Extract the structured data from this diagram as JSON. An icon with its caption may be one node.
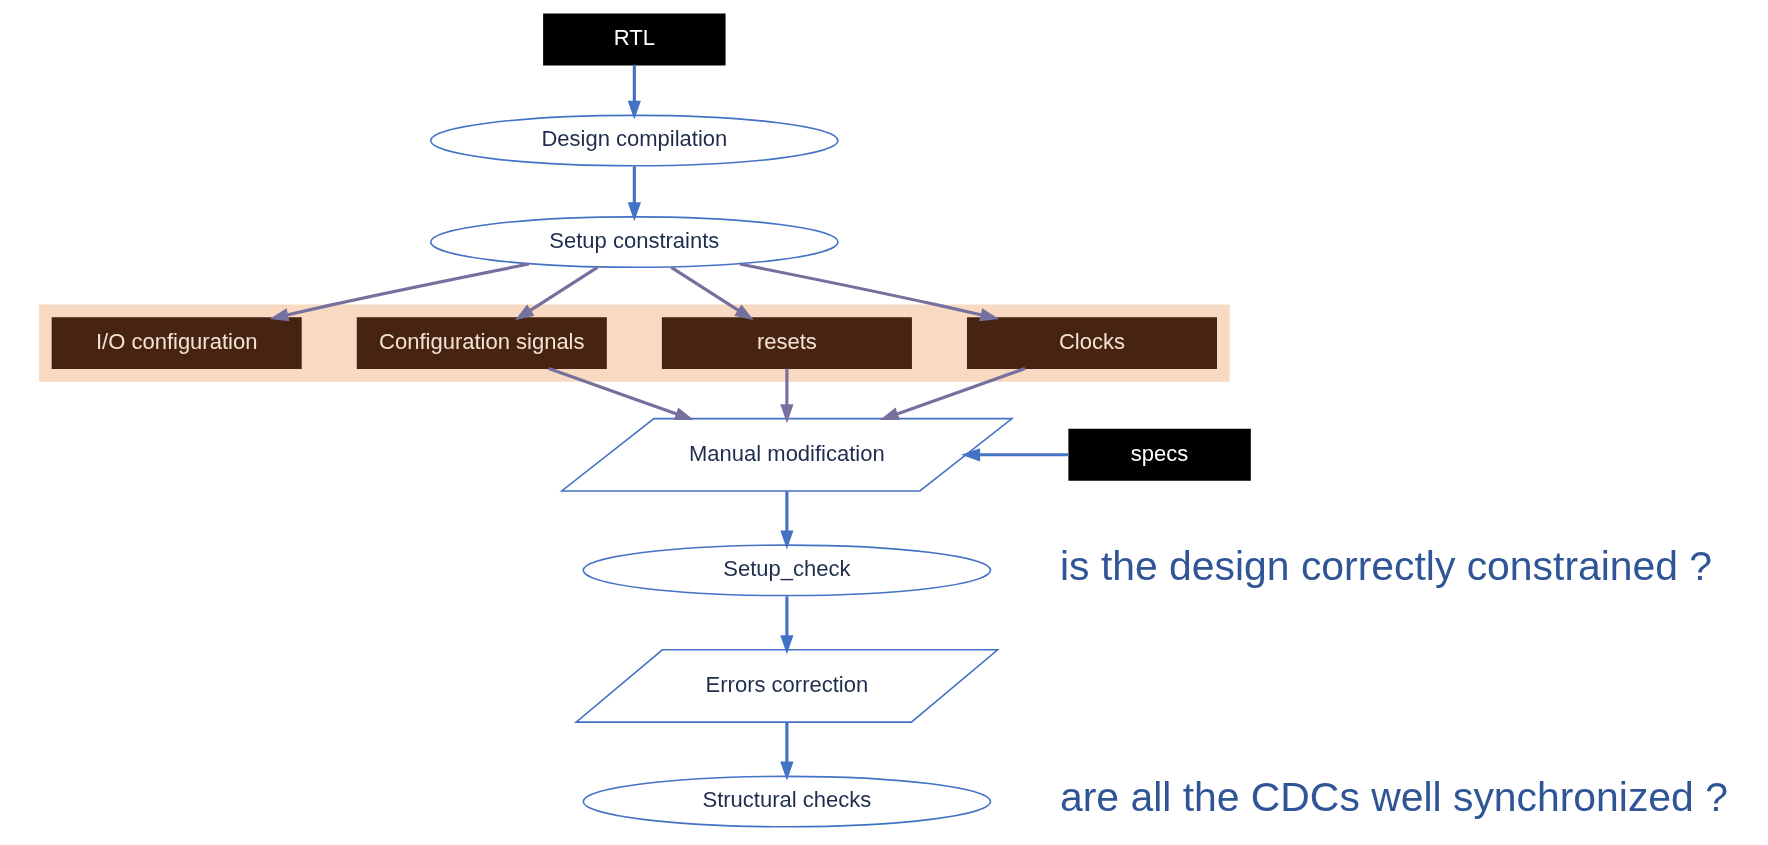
{
  "diagram": {
    "nodes": [
      {
        "text": [
          "RTL"
        ]
      },
      {
        "text": [
          "Design compilation"
        ]
      },
      {
        "text": [
          "Setup constraints"
        ]
      },
      {
        "text": [],
        "shape": "box"
      },
      {
        "text": [
          "Clocks"
        ],
        "in": 3
      },
      {
        "text": [
          "resets"
        ],
        "in": 3
      },
      {
        "text": [
          "Configuration signals"
        ],
        "in": 3
      },
      {
        "text": [
          "I/O configuration"
        ],
        "in": 3
      },
      {
        "text": [
          "Manual modification"
        ]
      },
      {
        "text": [
          "specs"
        ]
      },
      {
        "text": [
          "Setup_check"
        ],
        "beside": [
          "is the design correctly constrained ?"
        ]
      },
      {
        "text": [
          "Errors correction"
        ]
      },
      {
        "text": [
          "Structural checks"
        ],
        "beside": [
          "are all the CDCs well synchronized ?"
        ]
      }
    ],
    "edges": [
      {
        "from": 0,
        "to": 1,
        "arrow": "to"
      },
      {
        "from": 1,
        "to": 2,
        "arrow": "to"
      },
      {
        "from": 2,
        "to": 4,
        "arrow": "to",
        "color": "#75709d"
      },
      {
        "from": 2,
        "to": 5,
        "arrow": "to",
        "color": "#75709d"
      },
      {
        "from": 2,
        "to": 6,
        "arrow": "to",
        "color": "#75709d"
      },
      {
        "from": 2,
        "to": 7,
        "arrow": "to",
        "color": "#75709d"
      },
      {
        "from": 4,
        "to": 8,
        "arrow": "to",
        "color": "#75709d"
      },
      {
        "from": 5,
        "to": 8,
        "arrow": "to",
        "color": "#75709d"
      },
      {
        "from": 6,
        "to": 8,
        "arrow": "to",
        "color": "#75709d"
      },
      {
        "from": 9,
        "to": 8,
        "arrow": "to"
      },
      {
        "from": 8,
        "to": 10,
        "arrow": "to"
      },
      {
        "from": 10,
        "to": 11,
        "arrow": "to"
      },
      {
        "from": 11,
        "to": 12,
        "arrow": "to"
      }
    ]
  }
}
